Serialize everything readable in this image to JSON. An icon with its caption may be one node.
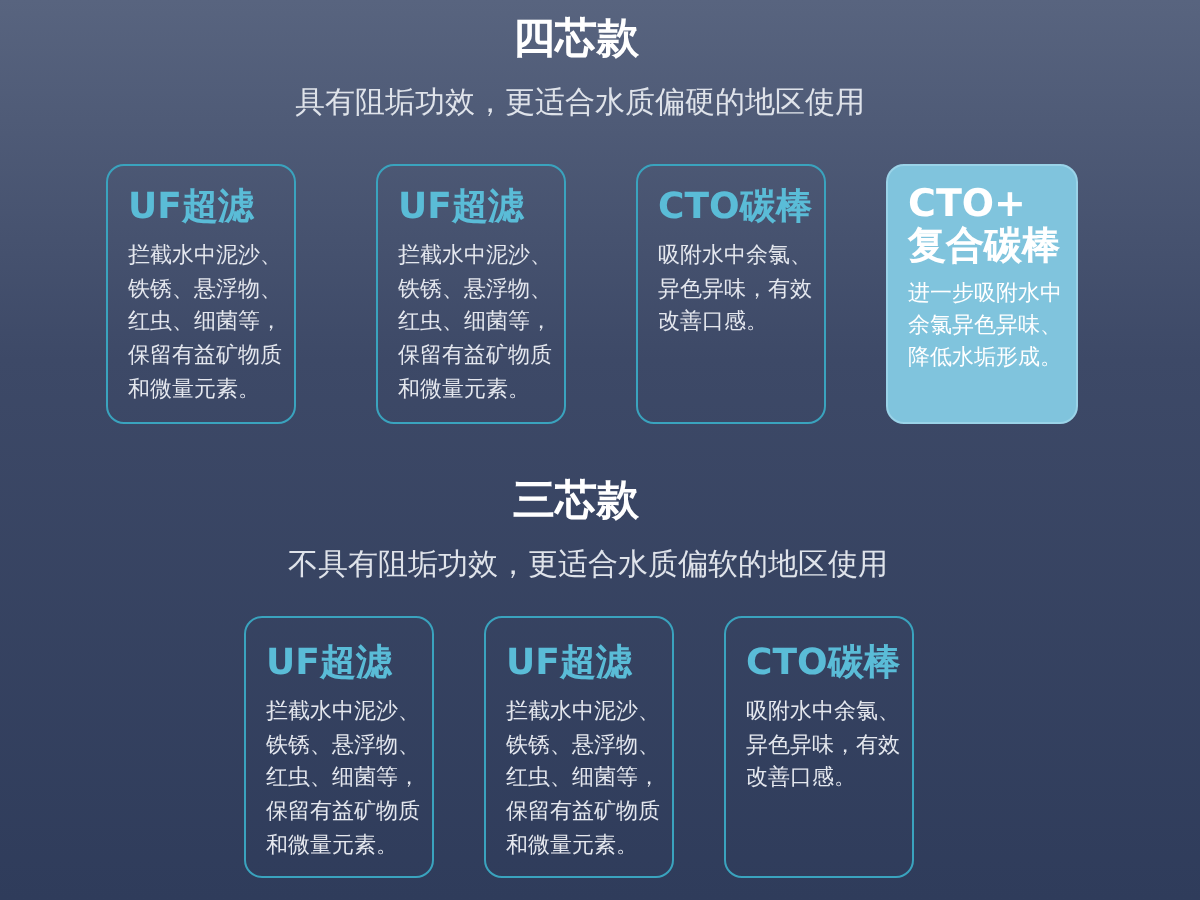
{
  "diagram": {
    "nodes": [
      {
        "text": [
          "UF超滤",
          "拦截水中泥沙、铁锈、悬浮物、红虫、细菌等，保留有益矿物质和微量元素。"
        ]
      },
      {
        "text": [
          "UF超滤",
          "拦截水中泥沙、铁锈、悬浮物、红虫、细菌等，保留有益矿物质和微量元素。"
        ]
      },
      {
        "text": [
          "CTO碳棒",
          "吸附水中余氯、异色异味，有效改善口感。"
        ]
      },
      {
        "text": [
          "CTO+ 复合碳棒",
          "进一步吸附水中余氯异色异味、降低水垢形成。"
        ]
      },
      {
        "text": [
          "UF超滤",
          "拦截水中泥沙、铁锈、悬浮物、红虫、细菌等，保留有益矿物质和微量元素。"
        ]
      },
      {
        "text": [
          "UF超滤",
          "拦截水中泥沙、铁锈、悬浮物、红虫、细菌等，保留有益矿物质和微量元素。"
        ]
      },
      {
        "text": [
          "CTO碳棒",
          "吸附水中余氯、异色异味，有效改善口感。"
        ]
      }
    ],
    "labels": [
      "四芯款",
      "具有阻垢功效，更适合水质偏硬的地区使用",
      "三芯款",
      "不具有阻垢功效，更适合水质偏软的地区使用"
    ]
  }
}
